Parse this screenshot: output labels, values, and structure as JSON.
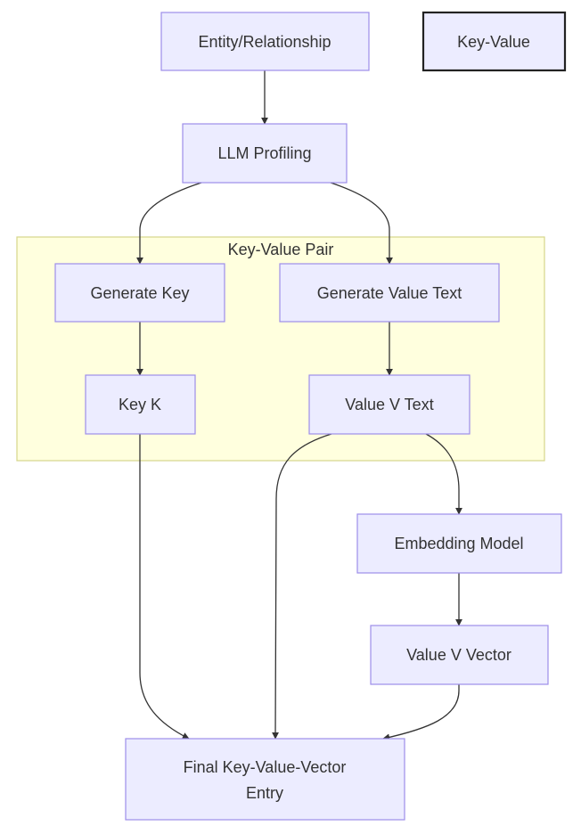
{
  "nodes": {
    "entity": {
      "label": "Entity/Relationship"
    },
    "legend": {
      "label": "Key-Value"
    },
    "llm": {
      "label": "LLM Profiling"
    },
    "genkey": {
      "label": "Generate Key"
    },
    "genval": {
      "label": "Generate Value Text"
    },
    "keyk": {
      "label": "Key K"
    },
    "valtext": {
      "label": "Value V Text"
    },
    "embed": {
      "label": "Embedding Model"
    },
    "valvec": {
      "label": "Value V Vector"
    },
    "final": {
      "line1": "Final Key-Value-Vector",
      "line2": "Entry"
    }
  },
  "subgraph": {
    "label": "Key-Value Pair"
  },
  "edges": [
    {
      "from": "entity",
      "to": "llm"
    },
    {
      "from": "llm",
      "to": "genkey"
    },
    {
      "from": "llm",
      "to": "genval"
    },
    {
      "from": "genkey",
      "to": "keyk"
    },
    {
      "from": "genval",
      "to": "valtext"
    },
    {
      "from": "keyk",
      "to": "final"
    },
    {
      "from": "valtext",
      "to": "final"
    },
    {
      "from": "valtext",
      "to": "embed"
    },
    {
      "from": "embed",
      "to": "valvec"
    },
    {
      "from": "valvec",
      "to": "final"
    }
  ]
}
